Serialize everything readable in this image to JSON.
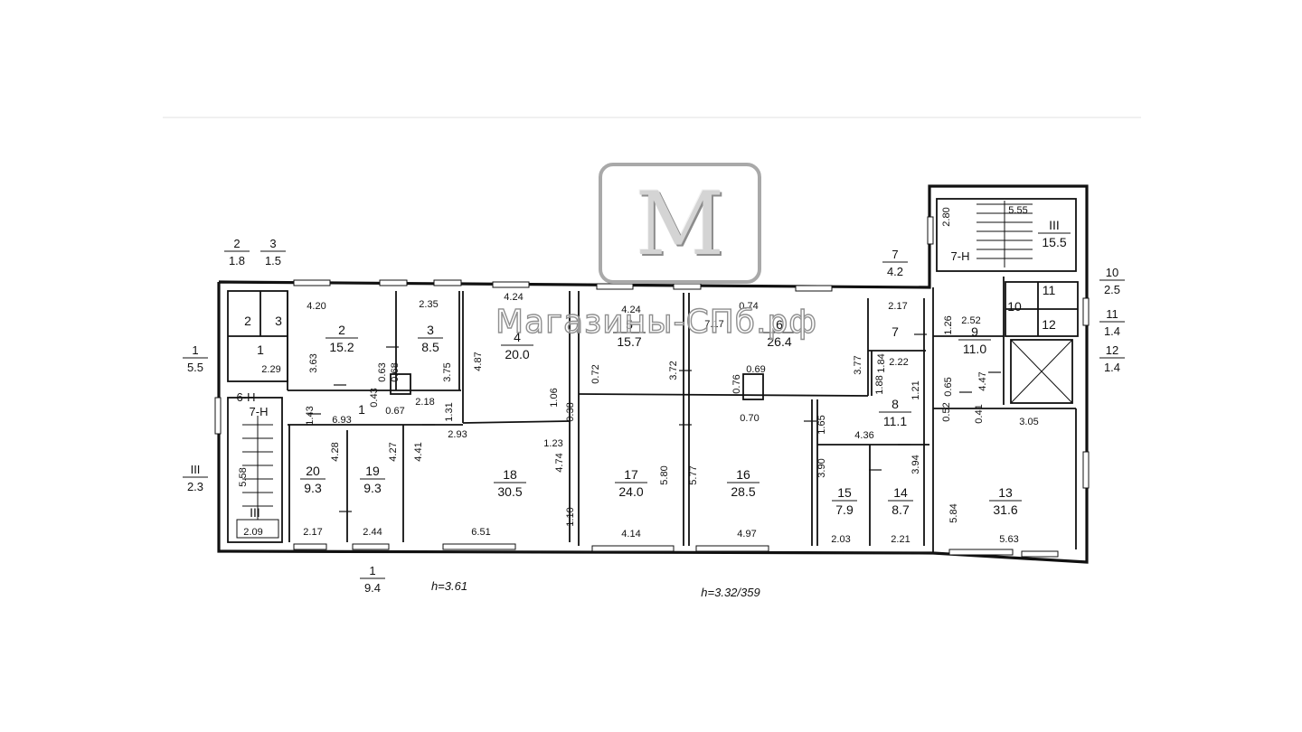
{
  "logo": {
    "letter": "M",
    "icon": "m-logo-icon"
  },
  "watermark": "Магазины-СПб.рф",
  "heights": {
    "left": "h=3.61",
    "right": "h=3.32/359"
  },
  "outer_labels": [
    {
      "num": "2",
      "area": "1.8"
    },
    {
      "num": "3",
      "area": "1.5"
    },
    {
      "num": "1",
      "area": "5.5"
    },
    {
      "num": "III",
      "area": "2.3"
    },
    {
      "num": "1",
      "area": "9.4"
    },
    {
      "num": "7",
      "area": "4.2"
    },
    {
      "num": "10",
      "area": "2.5"
    },
    {
      "num": "11",
      "area": "1.4"
    },
    {
      "num": "12",
      "area": "1.4"
    }
  ],
  "rooms": [
    {
      "num": "2",
      "area": "15.2"
    },
    {
      "num": "3",
      "area": "8.5"
    },
    {
      "num": "4",
      "area": "20.0"
    },
    {
      "num": "5",
      "area": "15.7"
    },
    {
      "num": "6",
      "area": "26.4"
    },
    {
      "num": "7",
      "area": ""
    },
    {
      "num": "9",
      "area": "11.0"
    },
    {
      "num": "8",
      "area": "11.1"
    },
    {
      "num": "20",
      "area": "9.3"
    },
    {
      "num": "19",
      "area": "9.3"
    },
    {
      "num": "18",
      "area": "30.5"
    },
    {
      "num": "17",
      "area": "24.0"
    },
    {
      "num": "16",
      "area": "28.5"
    },
    {
      "num": "15",
      "area": "7.9"
    },
    {
      "num": "14",
      "area": "8.7"
    },
    {
      "num": "13",
      "area": "31.6"
    },
    {
      "num": "III",
      "area": "15.5"
    },
    {
      "num": "1",
      "area": ""
    },
    {
      "num": "1",
      "area": ""
    },
    {
      "num": "2",
      "area": ""
    },
    {
      "num": "3",
      "area": ""
    },
    {
      "num": "10",
      "area": ""
    },
    {
      "num": "11",
      "area": ""
    },
    {
      "num": "12",
      "area": ""
    },
    {
      "num": "III",
      "area": ""
    }
  ],
  "marks": [
    "6-Н",
    "7-Н",
    "7-Н"
  ],
  "dimensions": [
    "4.20",
    "2.35",
    "4.24",
    "4.24",
    "7.17",
    "0.74",
    "2.17",
    "2.52",
    "1.26",
    "5.55",
    "2.80",
    "2.29",
    "3.63",
    "0.63",
    "0.68",
    "3.75",
    "4.87",
    "0.72",
    "3.72",
    "0.69",
    "0.76",
    "3.77",
    "1.84",
    "2.22",
    "1.88",
    "1.21",
    "0.65",
    "4.47",
    "0.52",
    "0.41",
    "3.05",
    "1.43",
    "6.93",
    "0.43",
    "0.67",
    "2.18",
    "1.31",
    "1.06",
    "0.38",
    "0.70",
    "1.65",
    "4.36",
    "3.94",
    "3.90",
    "4.28",
    "4.27",
    "4.41",
    "2.93",
    "1.23",
    "4.74",
    "5.80",
    "5.77",
    "5.84",
    "5.58",
    "2.09",
    "2.17",
    "2.44",
    "6.51",
    "1.10",
    "4.14",
    "4.97",
    "2.03",
    "2.21",
    "5.63"
  ]
}
